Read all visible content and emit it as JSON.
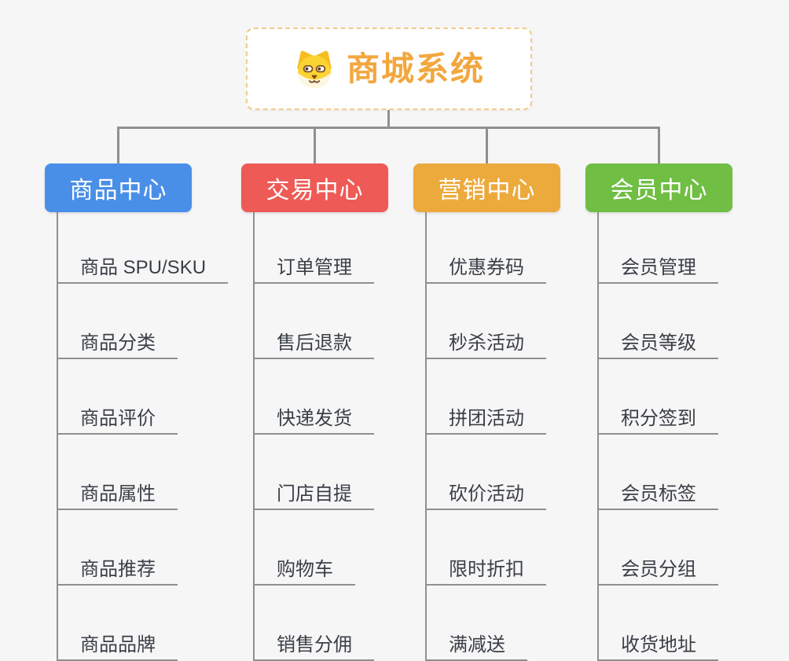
{
  "root": {
    "title": "商城系统",
    "icon": "dog-face"
  },
  "branches": [
    {
      "label": "商品中心",
      "color": "#4a8fe7",
      "items": [
        "商品 SPU/SKU",
        "商品分类",
        "商品评价",
        "商品属性",
        "商品推荐",
        "商品品牌"
      ]
    },
    {
      "label": "交易中心",
      "color": "#ee5a55",
      "items": [
        "订单管理",
        "售后退款",
        "快递发货",
        "门店自提",
        "购物车",
        "销售分佣"
      ]
    },
    {
      "label": "营销中心",
      "color": "#ecaa3c",
      "items": [
        "优惠券码",
        "秒杀活动",
        "拼团活动",
        "砍价活动",
        "限时折扣",
        "满减送"
      ]
    },
    {
      "label": "会员中心",
      "color": "#70be44",
      "items": [
        "会员管理",
        "会员等级",
        "积分签到",
        "会员标签",
        "会员分组",
        "收货地址"
      ]
    }
  ],
  "colors": {
    "root_accent": "#f2a73e",
    "root_border": "#f6c98c",
    "line": "#8f8f8f",
    "item_text": "#3a3f46",
    "background": "#f6f6f6"
  }
}
